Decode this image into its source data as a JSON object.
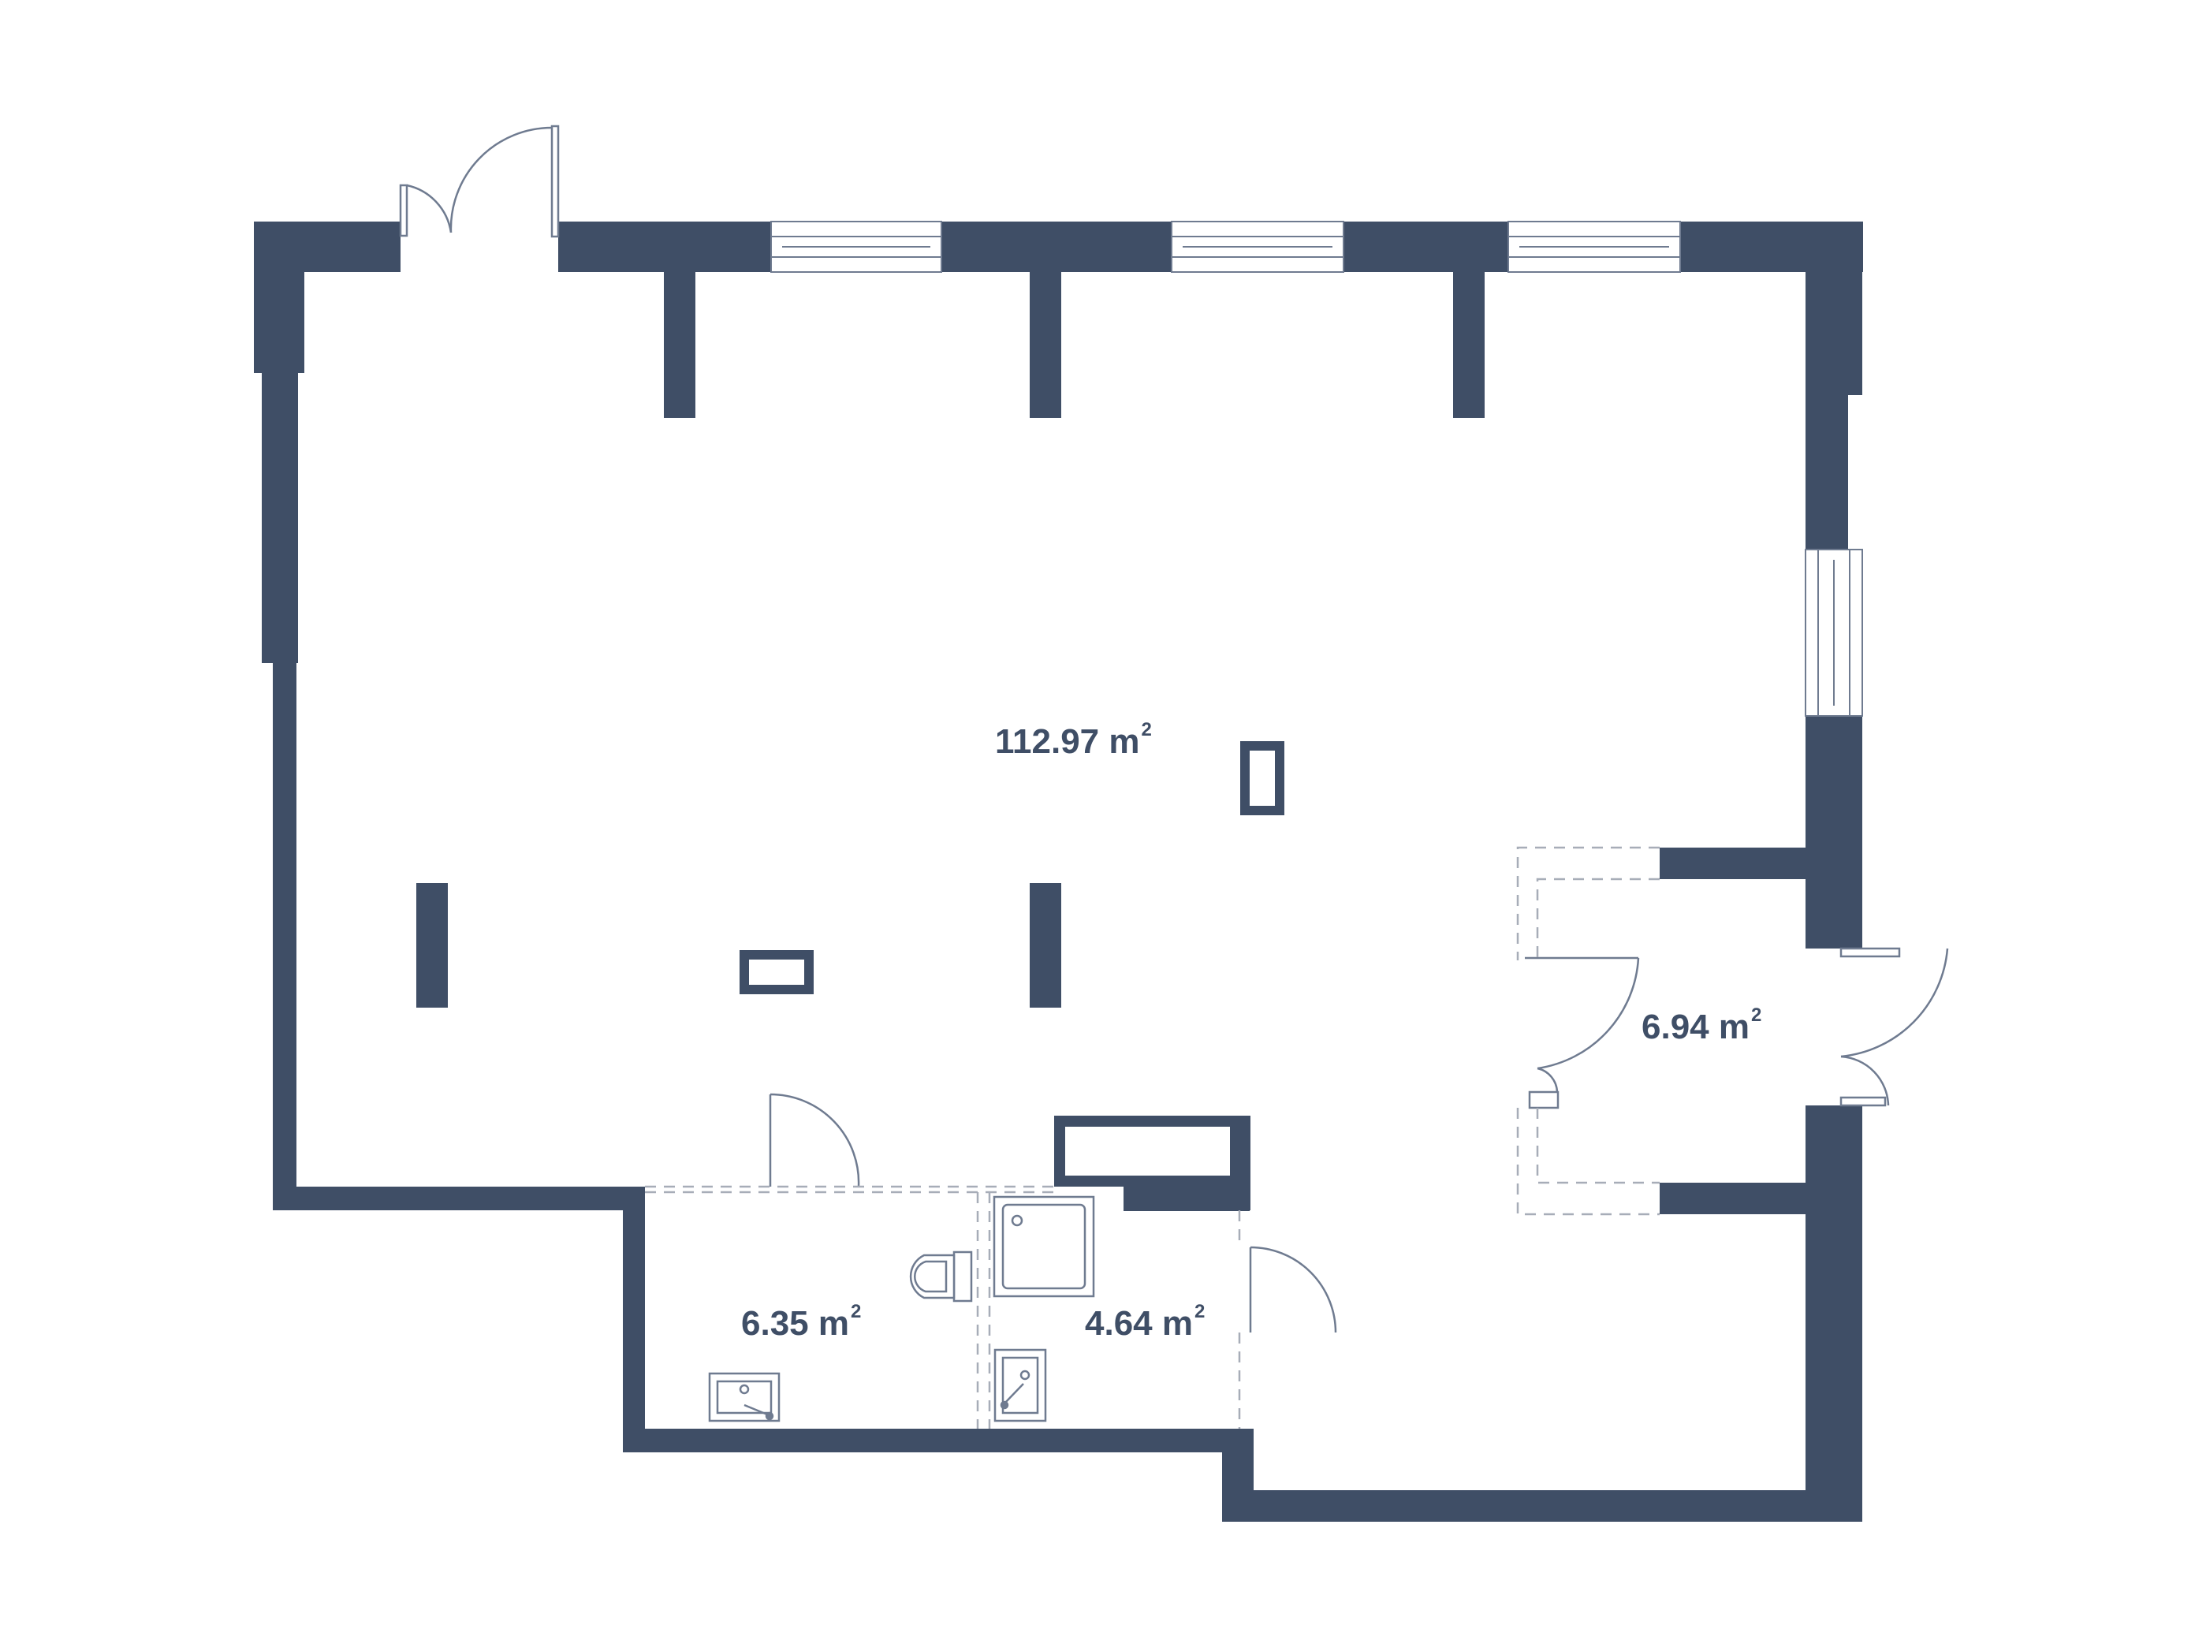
{
  "colors": {
    "wall": "#3f4e66",
    "fixture_line": "#6f7b90",
    "dashed_line": "#a7adb8",
    "background": "#ffffff"
  },
  "rooms": {
    "main_hall": {
      "value": "112.97 m",
      "unit_power": "2"
    },
    "entry_room": {
      "value": "6.94 m",
      "unit_power": "2"
    },
    "toilet": {
      "value": "6.35 m",
      "unit_power": "2"
    },
    "shower_room": {
      "value": "4.64 m",
      "unit_power": "2"
    }
  }
}
